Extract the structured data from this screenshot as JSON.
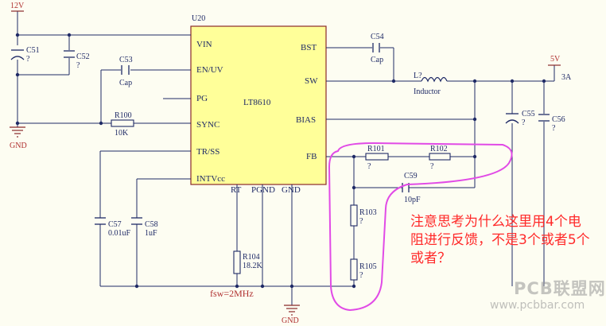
{
  "ic": {
    "ref": "U20",
    "name": "LT8610",
    "pins_left": [
      "VIN",
      "EN/UV",
      "PG",
      "SYNC",
      "TR/SS",
      "INTVcc"
    ],
    "pins_right": [
      "BST",
      "SW",
      "BIAS",
      "FB"
    ],
    "pins_bottom": [
      "RT",
      "PGND",
      "GND"
    ]
  },
  "nets": {
    "vin": "12V",
    "vout": "5V",
    "iout": "3A",
    "gnd": "GND",
    "gnd2": "GND"
  },
  "caps": {
    "c51": {
      "ref": "C51",
      "val": "?"
    },
    "c52": {
      "ref": "C52",
      "val": "?"
    },
    "c53": {
      "ref": "C53",
      "val": "Cap"
    },
    "c54": {
      "ref": "C54",
      "val": "Cap"
    },
    "c55": {
      "ref": "C55",
      "val": "?"
    },
    "c56": {
      "ref": "C56",
      "val": "?"
    },
    "c57": {
      "ref": "C57",
      "val": "0.01uF"
    },
    "c58": {
      "ref": "C58",
      "val": "1uF"
    },
    "c59": {
      "ref": "C59",
      "val": "10pF"
    }
  },
  "res": {
    "r100": {
      "ref": "R100",
      "val": "10K"
    },
    "r101": {
      "ref": "R101",
      "val": "?"
    },
    "r102": {
      "ref": "R102",
      "val": "?"
    },
    "r103": {
      "ref": "R103",
      "val": "?"
    },
    "r104": {
      "ref": "R104",
      "val": "18.2K"
    },
    "r105": {
      "ref": "R105",
      "val": "?"
    }
  },
  "inductor": {
    "ref": "L?",
    "val": "Inductor"
  },
  "fsw": "fsw=2MHz",
  "annotation": "注意思考为什么这里用4个电阻进行反馈，不是3个或者5个或者？",
  "watermark": {
    "brand": "PCB联盟网",
    "url": "www.pcbbar.com"
  },
  "colors": {
    "wire": "#1f2a66",
    "ic_fill": "#ffff99",
    "ic_border": "#8a2a2a",
    "net_text": "#b03030",
    "highlight": "#e14be6",
    "note": "#ff2a2a"
  }
}
